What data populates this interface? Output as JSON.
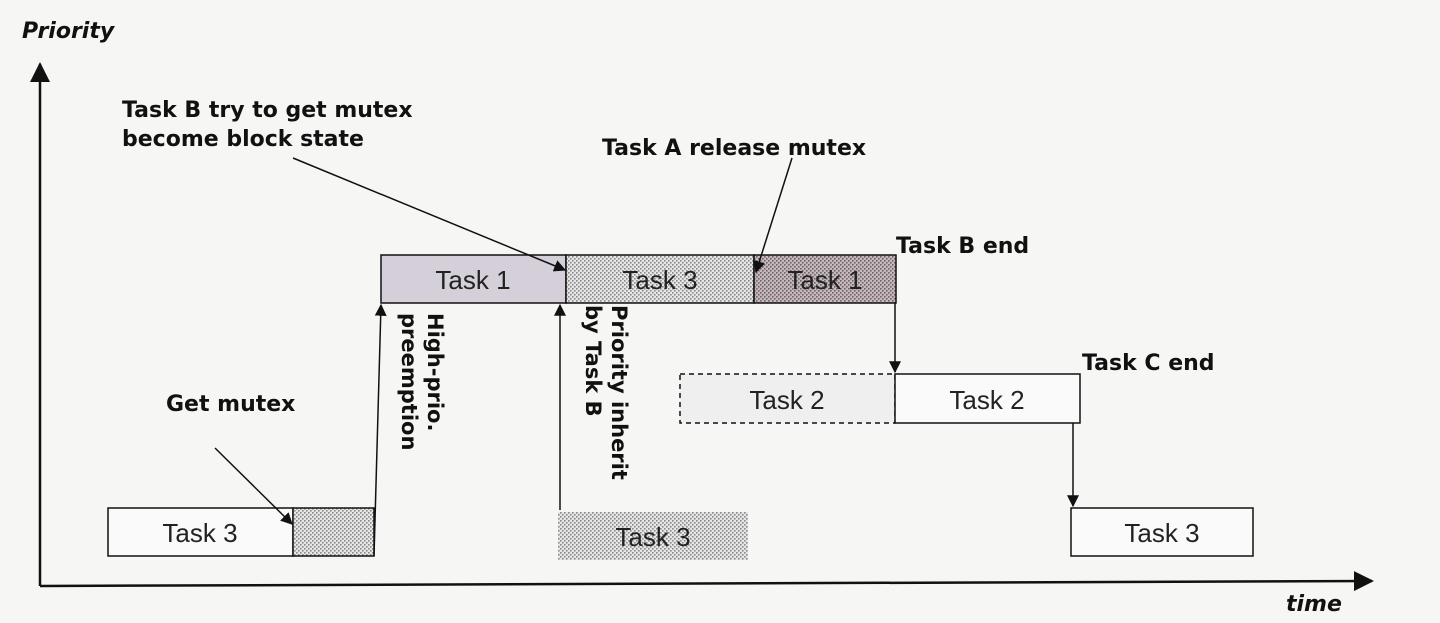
{
  "axes": {
    "y_label": "Priority",
    "x_label": "time"
  },
  "annotations": {
    "task_b_mutex_line1": "Task B try to get mutex",
    "task_b_mutex_line2": "become block state",
    "task_a_release": "Task A release mutex",
    "task_b_end": "Task B end",
    "task_c_end": "Task C end",
    "get_mutex": "Get mutex",
    "high_prio_line1": "High-prio.",
    "high_prio_line2": "preemption",
    "priority_inherit_line1": "Priority inherit",
    "priority_inherit_line2": "by Task B"
  },
  "boxes": {
    "task3_low_start": "Task 3",
    "task1_first": "Task 1",
    "task3_inherited": "Task 3",
    "task1_second": "Task 1",
    "task2_pending": "Task 2",
    "task2_running": "Task 2",
    "task3_ghost": "Task 3",
    "task3_end": "Task 3"
  },
  "colors": {
    "line": "#111111",
    "task1_fill": "#d4cfd8",
    "task1_dark_fill": "#bdb3b8",
    "dotted_fill": "#c8c8c8"
  }
}
